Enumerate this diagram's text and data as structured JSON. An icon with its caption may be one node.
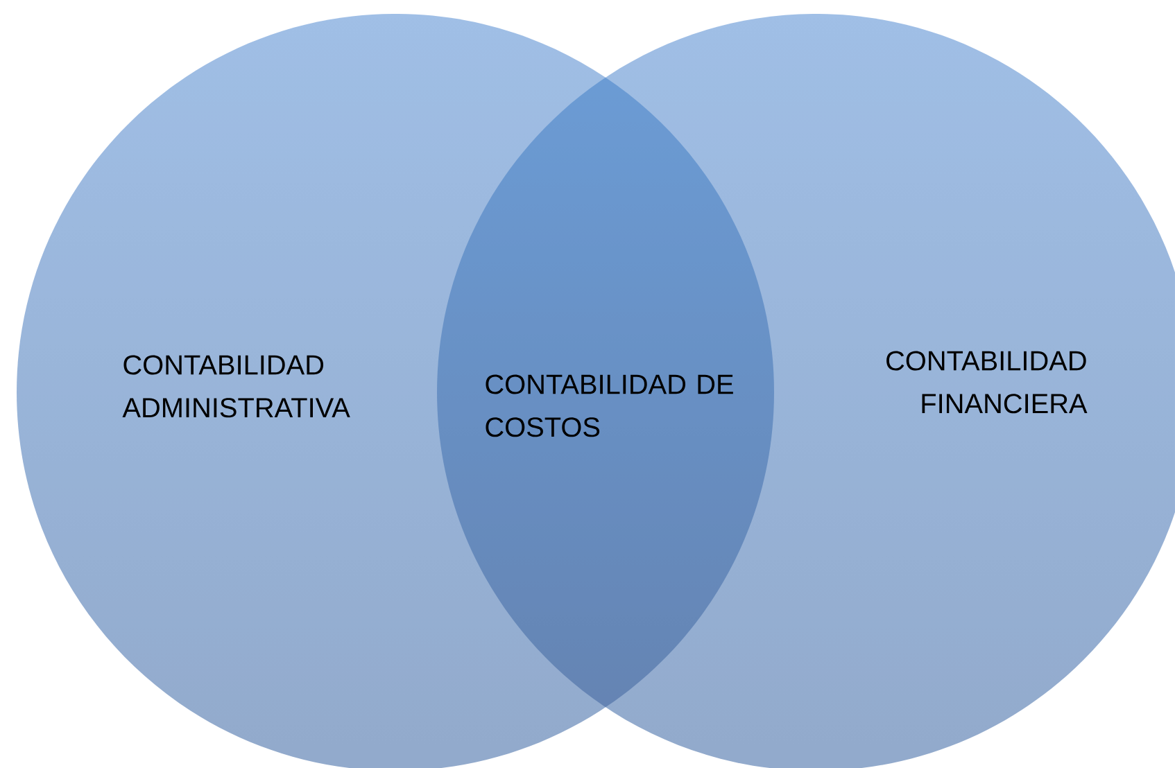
{
  "diagram": {
    "nodes": [
      {
        "text": [
          "CONTABILIDAD ADMINISTRATIVA"
        ]
      },
      {
        "text": [
          "CONTABILIDAD FINANCIERA"
        ]
      },
      {
        "text": [
          "CONTABILIDAD DE COSTOS"
        ]
      }
    ]
  }
}
